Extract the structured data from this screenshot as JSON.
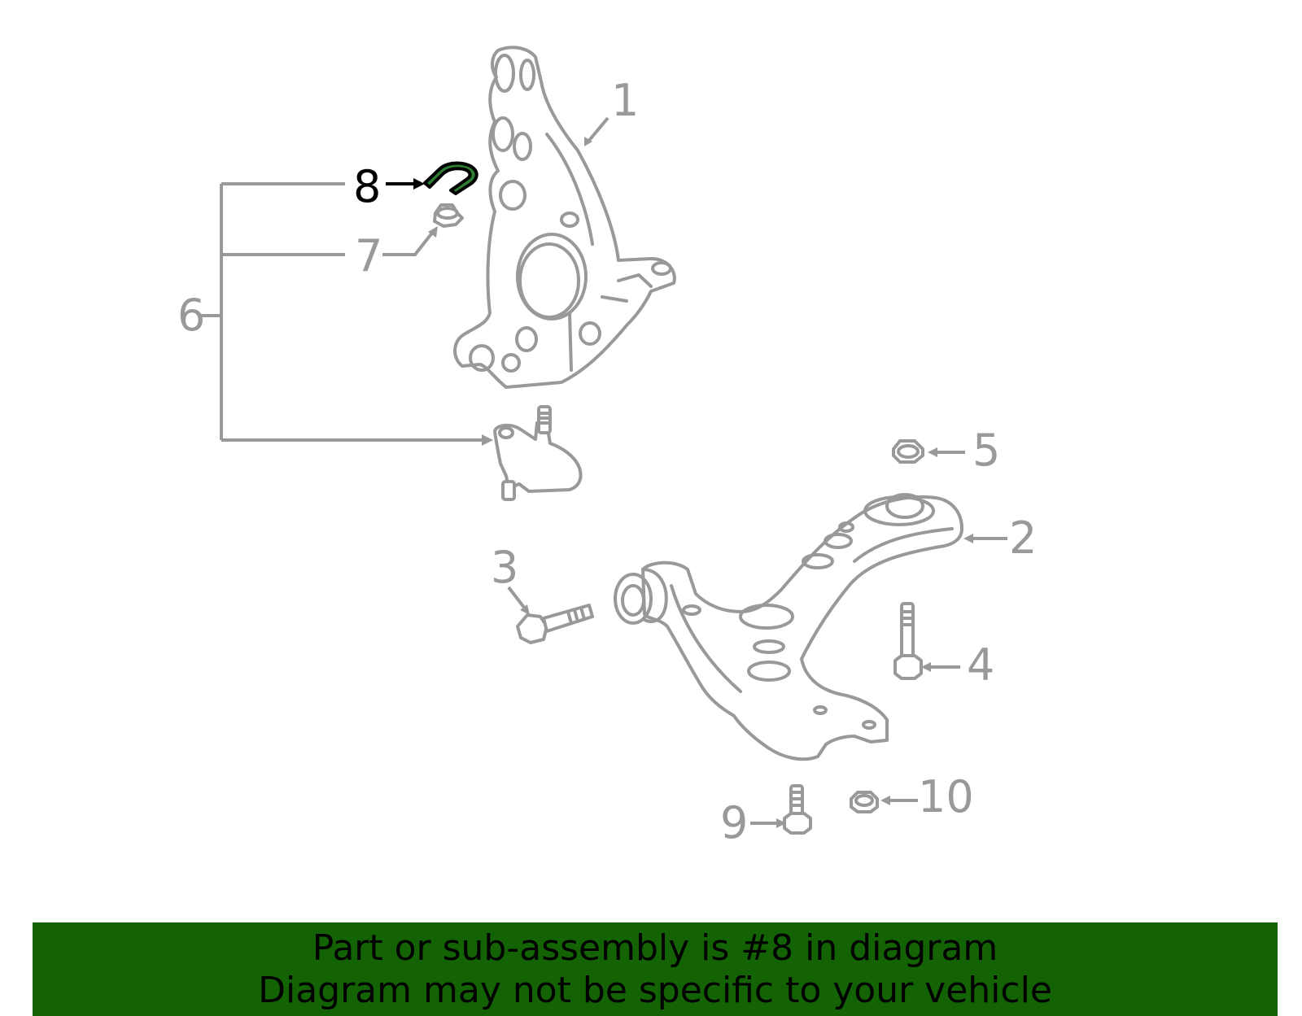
{
  "diagram": {
    "callouts": [
      {
        "number": "1",
        "highlighted": false
      },
      {
        "number": "2",
        "highlighted": false
      },
      {
        "number": "3",
        "highlighted": false
      },
      {
        "number": "4",
        "highlighted": false
      },
      {
        "number": "5",
        "highlighted": false
      },
      {
        "number": "6",
        "highlighted": false
      },
      {
        "number": "7",
        "highlighted": false
      },
      {
        "number": "8",
        "highlighted": true
      },
      {
        "number": "9",
        "highlighted": false
      },
      {
        "number": "10",
        "highlighted": false
      }
    ],
    "colors": {
      "line": "#999999",
      "highlight_label": "#000000",
      "highlight_part": "#2e7d32",
      "banner": "#136305"
    }
  },
  "banner": {
    "line1": "Part or sub-assembly is #8 in diagram",
    "line2": "Diagram may not be specific to your vehicle"
  }
}
